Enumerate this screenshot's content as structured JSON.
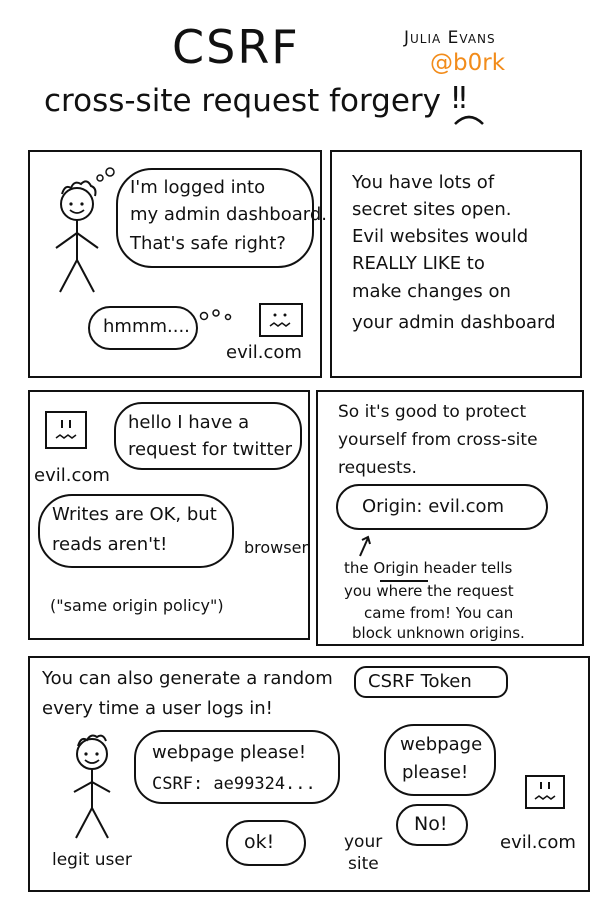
{
  "header": {
    "title": "CSRF",
    "subtitle": "cross-site request forgery",
    "sad_face": "‼",
    "author_name": "Julia Evans",
    "author_handle": "@b0rk",
    "accent_color": "#f28c1b"
  },
  "panel1": {
    "thought_lines": [
      "I'm logged into",
      "my admin dashboard.",
      "That's safe right?"
    ],
    "hmmm": "hmmm....",
    "evil_label": "evil.com"
  },
  "panel2": {
    "lines": [
      "You have lots of",
      "secret sites open.",
      "Evil websites would",
      "REALLY LIKE to",
      "make changes on",
      "your admin dashboard"
    ]
  },
  "panel3": {
    "evil_label": "evil.com",
    "request_lines": [
      "hello I have a",
      "request for twitter"
    ],
    "browser_lines": [
      "Writes are OK, but",
      "reads aren't!"
    ],
    "browser_label": "browser",
    "policy": "(\"same origin policy\")"
  },
  "panel4": {
    "lines": [
      "So it's good to protect",
      "yourself from cross-site",
      "requests."
    ],
    "origin_bubble": "Origin: evil.com",
    "note_lines": [
      "the Origin header tells",
      "you where the request",
      "came from! You can",
      "block unknown origins."
    ],
    "note_keyword": "Origin"
  },
  "panel5": {
    "intro_line1": "You can also generate a random",
    "token_label": "CSRF Token",
    "intro_line2": "every time a user logs in!",
    "legit_bubble_lines": [
      "webpage please!",
      "CSRF: ae99324..."
    ],
    "evil_bubble_lines": [
      "webpage",
      "please!"
    ],
    "ok": "ok!",
    "no": "No!",
    "legit_label": "legit user",
    "site_label_lines": [
      "your",
      "site"
    ],
    "evil_label": "evil.com"
  }
}
